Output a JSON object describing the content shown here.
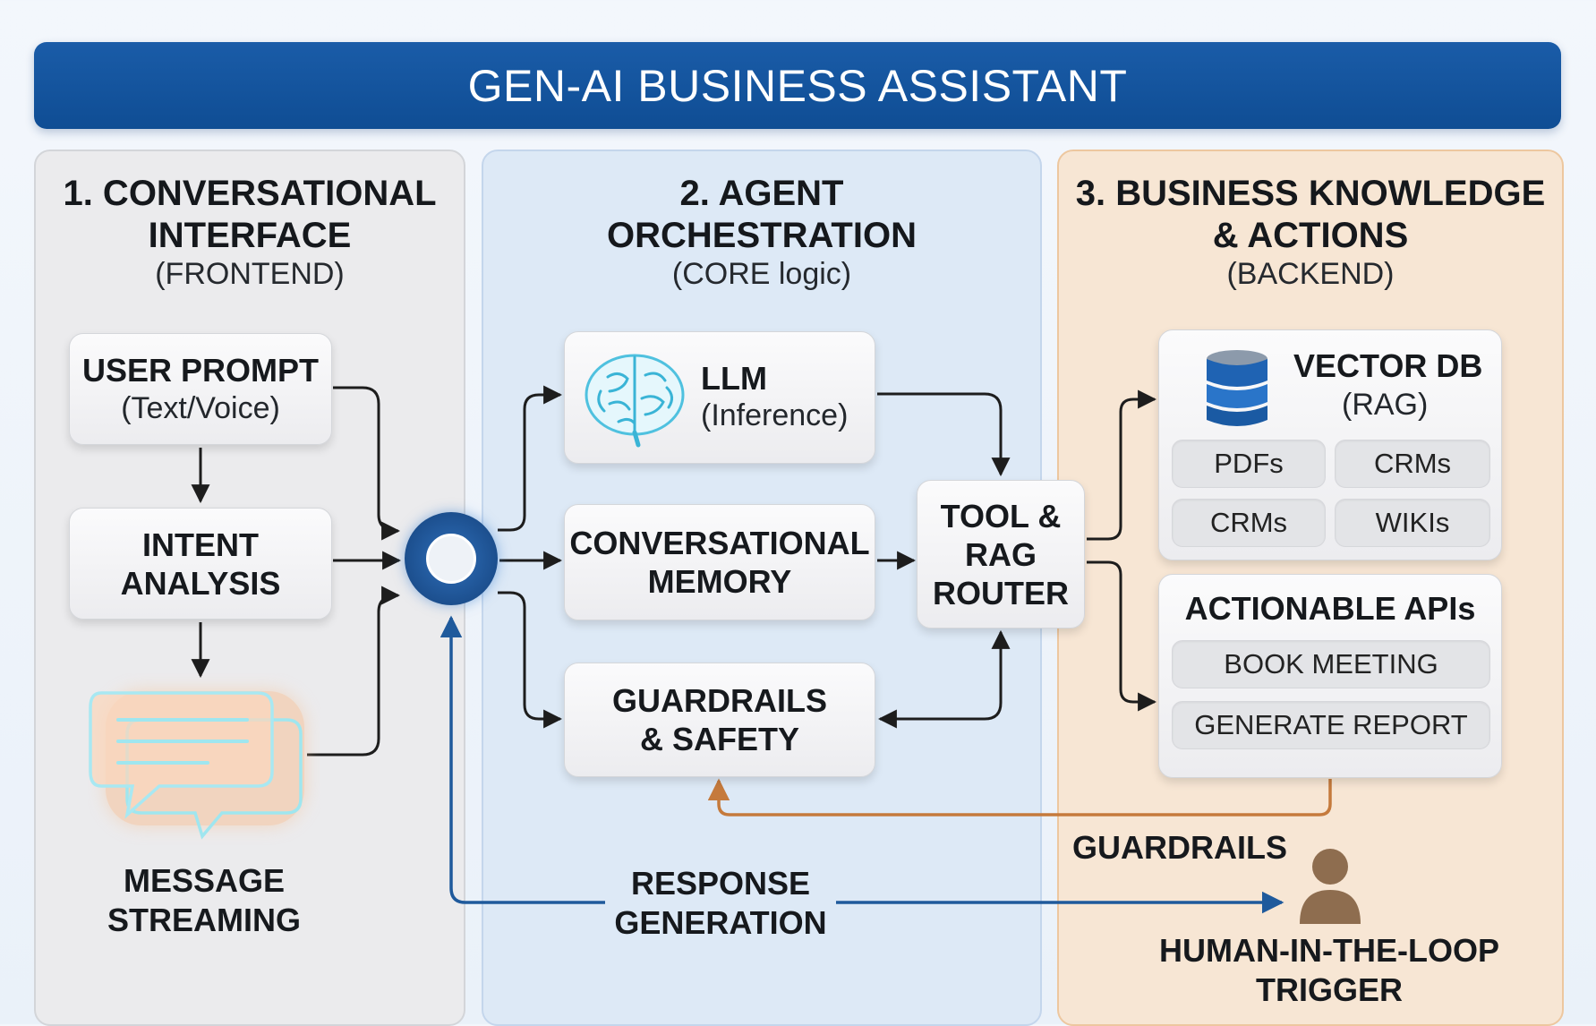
{
  "title": "GEN-AI BUSINESS ASSISTANT",
  "columns": {
    "frontend": {
      "title_line1": "1. CONVERSATIONAL",
      "title_line2": "INTERFACE",
      "subtitle": "(FRONTEND)",
      "user_prompt": {
        "title": "USER PROMPT",
        "subtitle": "(Text/Voice)"
      },
      "intent": {
        "line1": "INTENT",
        "line2": "ANALYSIS"
      },
      "streaming": {
        "line1": "MESSAGE",
        "line2": "STREAMING",
        "icon": "chat-bubbles-icon"
      }
    },
    "core": {
      "title_line1": "2. AGENT",
      "title_line2": "ORCHESTRATION",
      "subtitle": "(CORE logic)",
      "llm": {
        "title": "LLM",
        "subtitle": "(Inference)",
        "icon": "brain-icon"
      },
      "memory": {
        "line1": "CONVERSATIONAL",
        "line2": "MEMORY"
      },
      "guardrails": {
        "line1": "GUARDRAILS",
        "line2": "& SAFETY"
      },
      "router": {
        "line1": "TOOL &",
        "line2": "RAG",
        "line3": "ROUTER"
      },
      "response": {
        "line1": "RESPONSE",
        "line2": "GENERATION"
      }
    },
    "backend": {
      "title_line1": "3. BUSINESS KNOWLEDGE",
      "title_line2": "& ACTIONS",
      "subtitle": "(BACKEND)",
      "vector_db": {
        "title": "VECTOR DB",
        "subtitle": "(RAG)",
        "icon": "database-icon",
        "chips": [
          "PDFs",
          "CRMs",
          "CRMs",
          "WIKIs"
        ]
      },
      "apis": {
        "title": "ACTIONABLE APIs",
        "actions": [
          "BOOK MEETING",
          "GENERATE REPORT"
        ]
      },
      "guardrails_label": "GUARDRAILS",
      "human": {
        "line1": "HUMAN-IN-THE-LOOP",
        "line2": "TRIGGER",
        "icon": "person-icon"
      }
    }
  },
  "colors": {
    "title_bar": "#1358a4",
    "frontend_panel": "#ebebed",
    "core_panel": "#dde9f6",
    "backend_panel": "#f7e6d4",
    "flow_arrow": "#1d1d1d",
    "response_arrow": "#1f5a9c",
    "guardrails_arrow": "#c57a3c"
  }
}
